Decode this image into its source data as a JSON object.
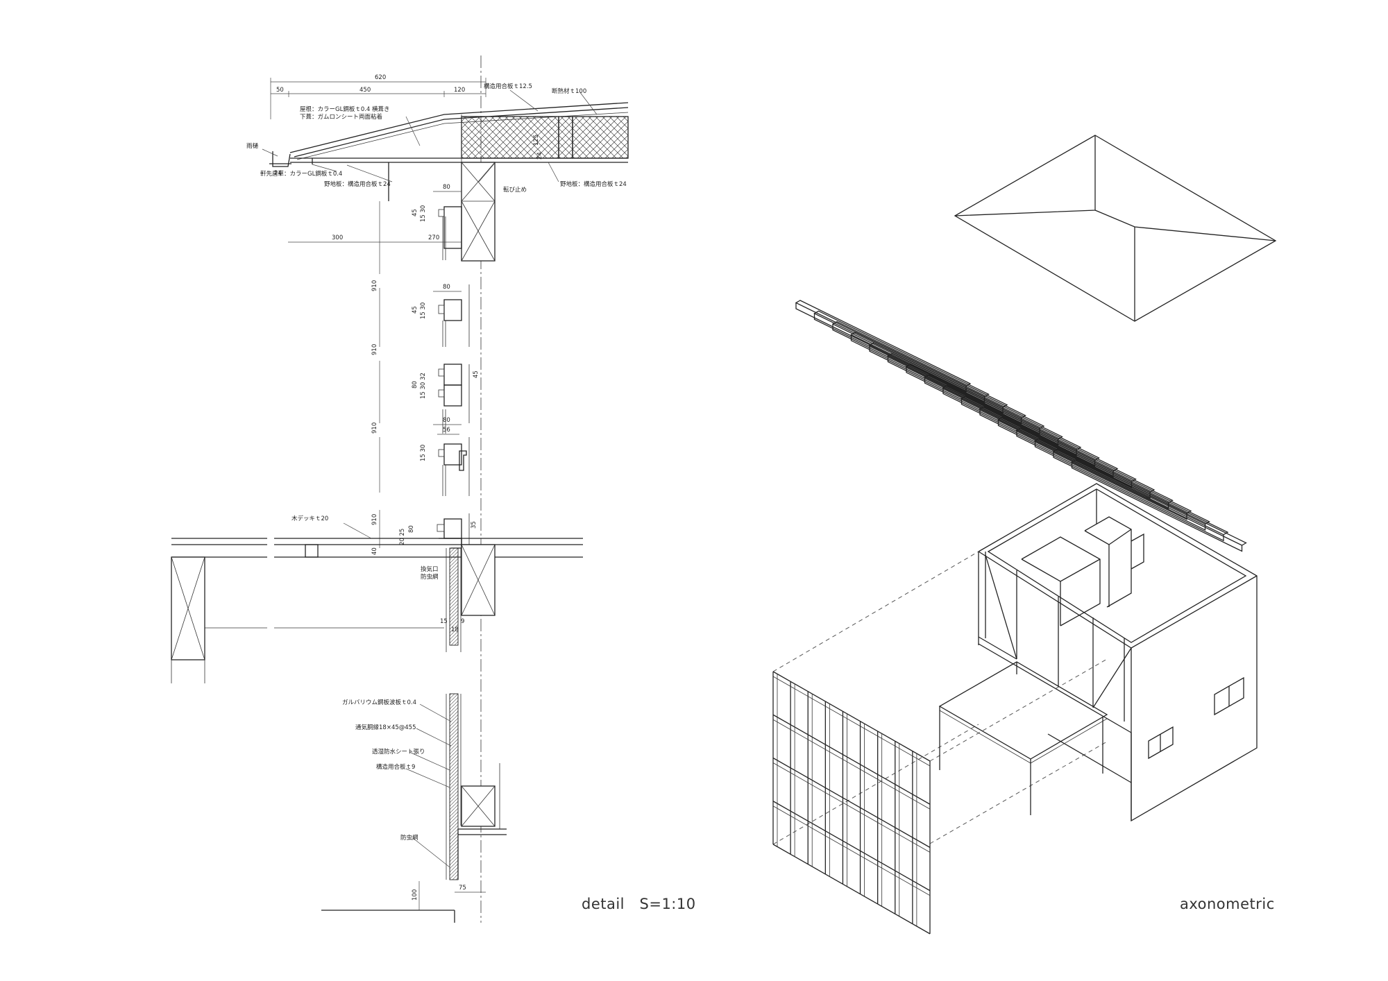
{
  "captions": {
    "detail": "detail　S=1:10",
    "axonometric": "axonometric"
  },
  "dimensions": {
    "d620": "620",
    "d50": "50",
    "d450": "450",
    "d120": "120",
    "d24a": "24",
    "d80a": "80",
    "d45a": "45",
    "d1530a": "15 30",
    "d300": "300",
    "d270": "270",
    "d910a": "910",
    "d910b": "910",
    "d910c": "910",
    "d910d": "910",
    "d80b": "80",
    "d45b": "45",
    "d1530b": "15 30",
    "d80c": "80",
    "d1530c": "15 30 32",
    "d45c": "45",
    "d80d": "80",
    "d56": "56",
    "d1530d": "15 30",
    "d2025": "20 25",
    "d80e": "80",
    "d40": "40",
    "d35": "35",
    "d15": "15",
    "d9": "9",
    "d18": "18",
    "d100": "100",
    "d75": "75",
    "d125": "125",
    "d24b": "24"
  },
  "labels": {
    "plywood125": "構造用合板ｔ12.5",
    "insulation": "断熱材ｔ100",
    "roofing1": "屋根：カラーGL鋼板ｔ0.4 横葺き",
    "roofing2": "下葺：ガムロンシート両面粘着",
    "gutter": "雨樋",
    "eaves": "軒先唐草：カラーGL鋼板ｔ0.4",
    "sheathing1": "野地板：構造用合板ｔ24",
    "sheathing2": "野地板：構造用合板ｔ24",
    "antislip": "転び止め",
    "deck": "木デッキｔ20",
    "vent1": "換気口",
    "vent2": "防虫網",
    "galvalume": "ガルバリウム鋼板波板ｔ0.4",
    "furring": "通気胴縁18×45@455",
    "membrane": "透湿防水シート張り",
    "plywood9": "構造用合板ｔ9",
    "insectnet": "防虫網"
  }
}
